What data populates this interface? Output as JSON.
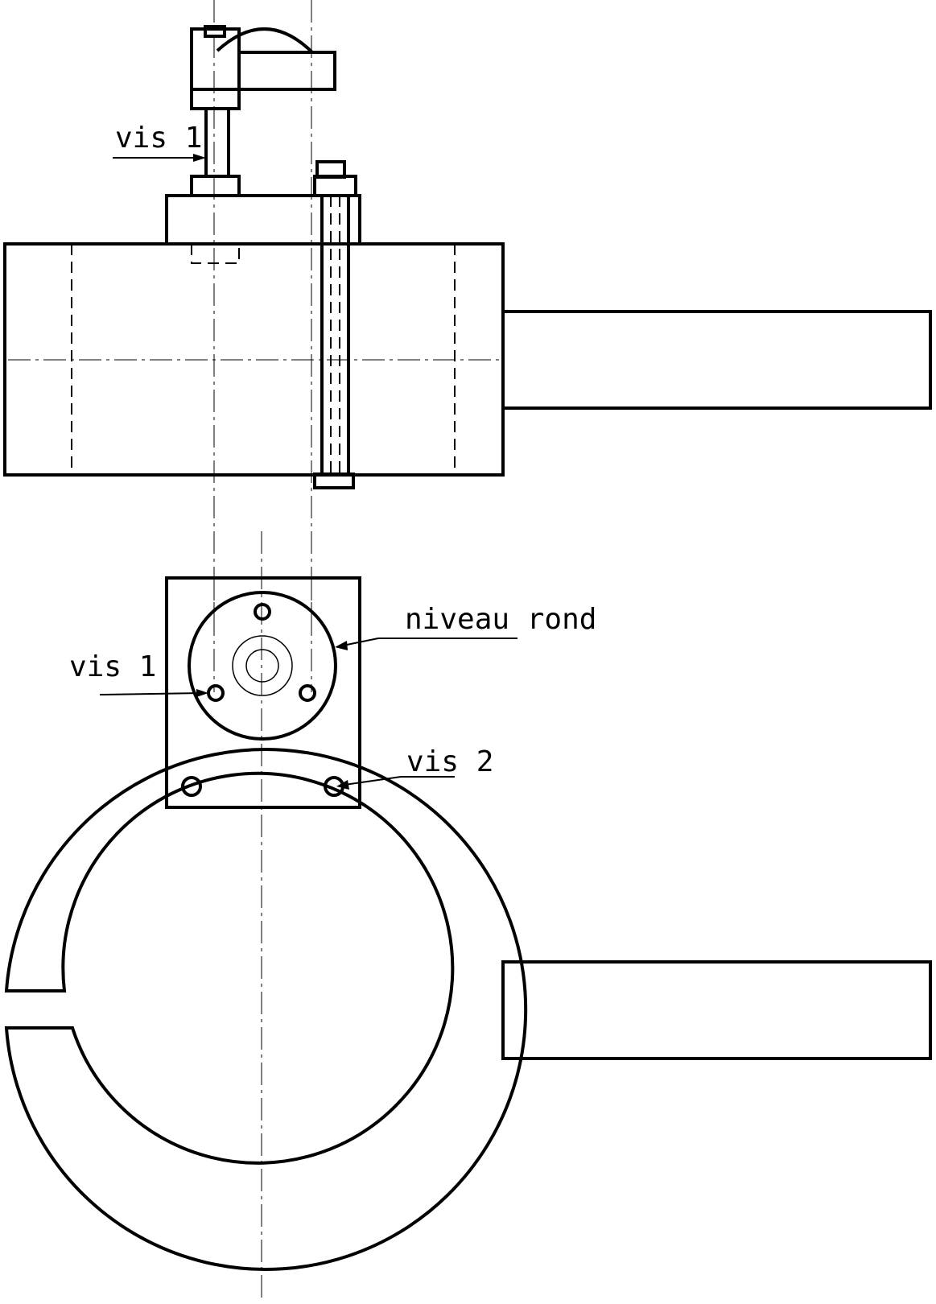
{
  "labels": {
    "vis1_elevation": "vis 1",
    "niveau_rond": "niveau rond",
    "vis1_plan": "vis 1",
    "vis2": "vis 2"
  },
  "colors": {
    "line": "#000000",
    "background": "#ffffff"
  }
}
